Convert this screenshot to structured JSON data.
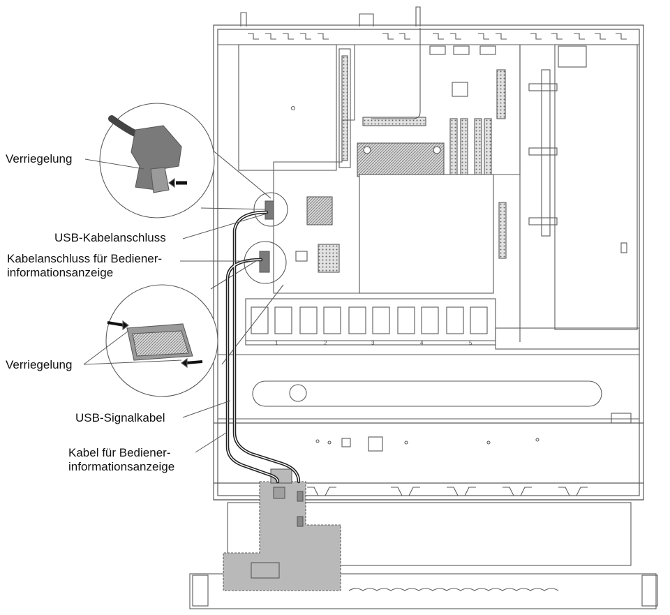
{
  "labels": {
    "latch_top": "Verriegelung",
    "usb_connector": "USB-Kabelanschluss",
    "panel_connector_line1": "Kabelanschluss für Bediener-",
    "panel_connector_line2": "informationsanzeige",
    "latch_bottom": "Verriegelung",
    "usb_signal_cable": "USB-Signalkabel",
    "panel_cable_line1": "Kabel für Bediener-",
    "panel_cable_line2": "informationsanzeige"
  },
  "fan_numbers": [
    "1",
    "2",
    "3",
    "4",
    "5"
  ],
  "colors": {
    "line": "#5a5a5a",
    "cable": "#222222",
    "board_fill": "#b9b9b9",
    "connector_fill": "#7a7a7a"
  }
}
